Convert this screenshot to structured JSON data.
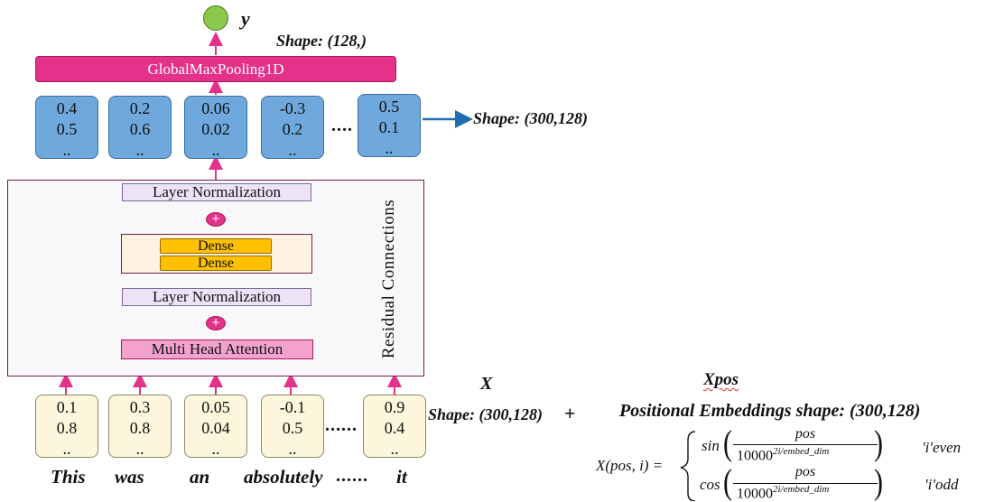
{
  "output": {
    "label": "y",
    "shape": "Shape: (128,)"
  },
  "pooling": {
    "label": "GlobalMaxPooling1D"
  },
  "top_vectors": [
    {
      "v1": "0.4",
      "v2": "0.5",
      "v3": ".."
    },
    {
      "v1": "0.2",
      "v2": "0.6",
      "v3": ".."
    },
    {
      "v1": "0.06",
      "v2": "0.02",
      "v3": ".."
    },
    {
      "v1": "-0.3",
      "v2": "0.2",
      "v3": ".."
    },
    {
      "v1": "0.5",
      "v2": "0.1",
      "v3": ".."
    }
  ],
  "top_dots": "....",
  "top_shape": "Shape: (300,128)",
  "encoder": {
    "ln_top": "Layer Normalization",
    "dense_1": "Dense",
    "dense_2": "Dense",
    "ln_mid": "Layer Normalization",
    "mha": "Multi Head Attention",
    "plus": "+",
    "residual": "Residual Connections"
  },
  "bottom_vectors": [
    {
      "v1": "0.1",
      "v2": "0.8",
      "v3": ".."
    },
    {
      "v1": "0.3",
      "v2": "0.8",
      "v3": ".."
    },
    {
      "v1": "0.05",
      "v2": "0.04",
      "v3": ".."
    },
    {
      "v1": "-0.1",
      "v2": "0.5",
      "v3": ".."
    },
    {
      "v1": "0.9",
      "v2": "0.4",
      "v3": ".."
    }
  ],
  "bottom_dots": "......",
  "words": [
    "This",
    "was",
    "an",
    "absolutely",
    "it"
  ],
  "word_dots": "......",
  "input": {
    "x_label": "X",
    "shape": "Shape: (300,128)",
    "plus": "+"
  },
  "positional": {
    "xpos_label": "Xpos",
    "title": "Positional Embeddings shape: (300,128)",
    "lhs": "X(pos, i) =",
    "sin": "sin",
    "cos": "cos",
    "numerator": "pos",
    "denominator_base": "10000",
    "exponent": "2i/embed_dim",
    "even": "'i'even",
    "odd": "'i'odd"
  },
  "colors": {
    "pink": "#e4328a",
    "blue": "#1f6fb0",
    "vector_blue": "#6fa8dc",
    "vector_cream": "#fdf6dc",
    "dense": "#ffc000",
    "output_node": "#8cc84b"
  }
}
